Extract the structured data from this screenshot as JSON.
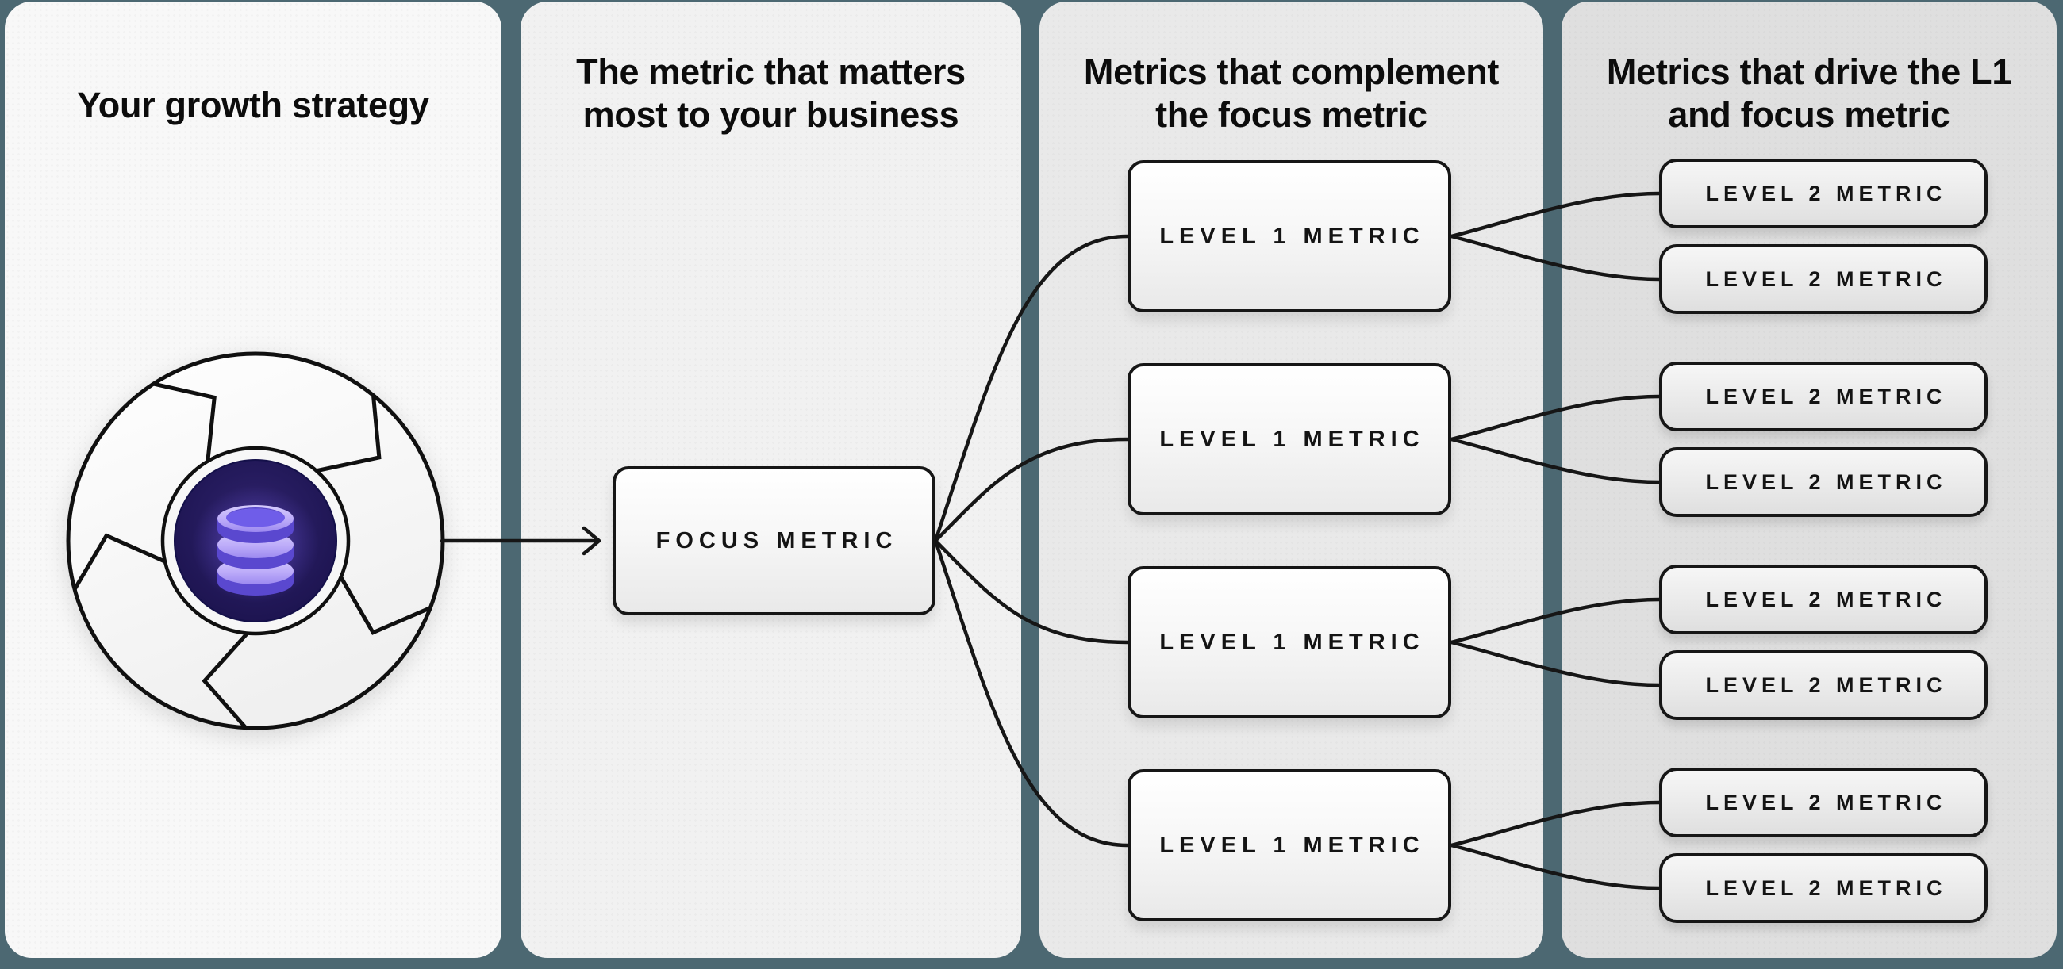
{
  "page": {
    "background": "#4c6872",
    "ink": "#161616"
  },
  "panels": [
    {
      "id": "growth-strategy",
      "bg": "#f8f8f8",
      "lines": [
        "Your growth strategy"
      ]
    },
    {
      "id": "focus-metric",
      "bg": "#f1f1f1",
      "lines": [
        "The metric that matters",
        "most to your business"
      ]
    },
    {
      "id": "level1-metrics",
      "bg": "#e9e9e9",
      "lines": [
        "Metrics that complement",
        "the focus metric"
      ]
    },
    {
      "id": "level2-metrics",
      "bg": "#dfdfdf",
      "lines": [
        "Metrics that drive the L1",
        "and focus metric"
      ]
    }
  ],
  "icon": {
    "name": "growth-loop-database-icon",
    "core_color": "#241a5c",
    "db_light": "#c9bcfb",
    "db_mid": "#6f5de9"
  },
  "focus": {
    "label": "FOCUS METRIC"
  },
  "level1": [
    {
      "label": "LEVEL 1 METRIC"
    },
    {
      "label": "LEVEL 1 METRIC"
    },
    {
      "label": "LEVEL 1 METRIC"
    },
    {
      "label": "LEVEL 1 METRIC"
    }
  ],
  "level2": [
    {
      "label": "LEVEL 2 METRIC"
    },
    {
      "label": "LEVEL 2 METRIC"
    },
    {
      "label": "LEVEL 2 METRIC"
    },
    {
      "label": "LEVEL 2 METRIC"
    },
    {
      "label": "LEVEL 2 METRIC"
    },
    {
      "label": "LEVEL 2 METRIC"
    },
    {
      "label": "LEVEL 2 METRIC"
    },
    {
      "label": "LEVEL 2 METRIC"
    }
  ]
}
